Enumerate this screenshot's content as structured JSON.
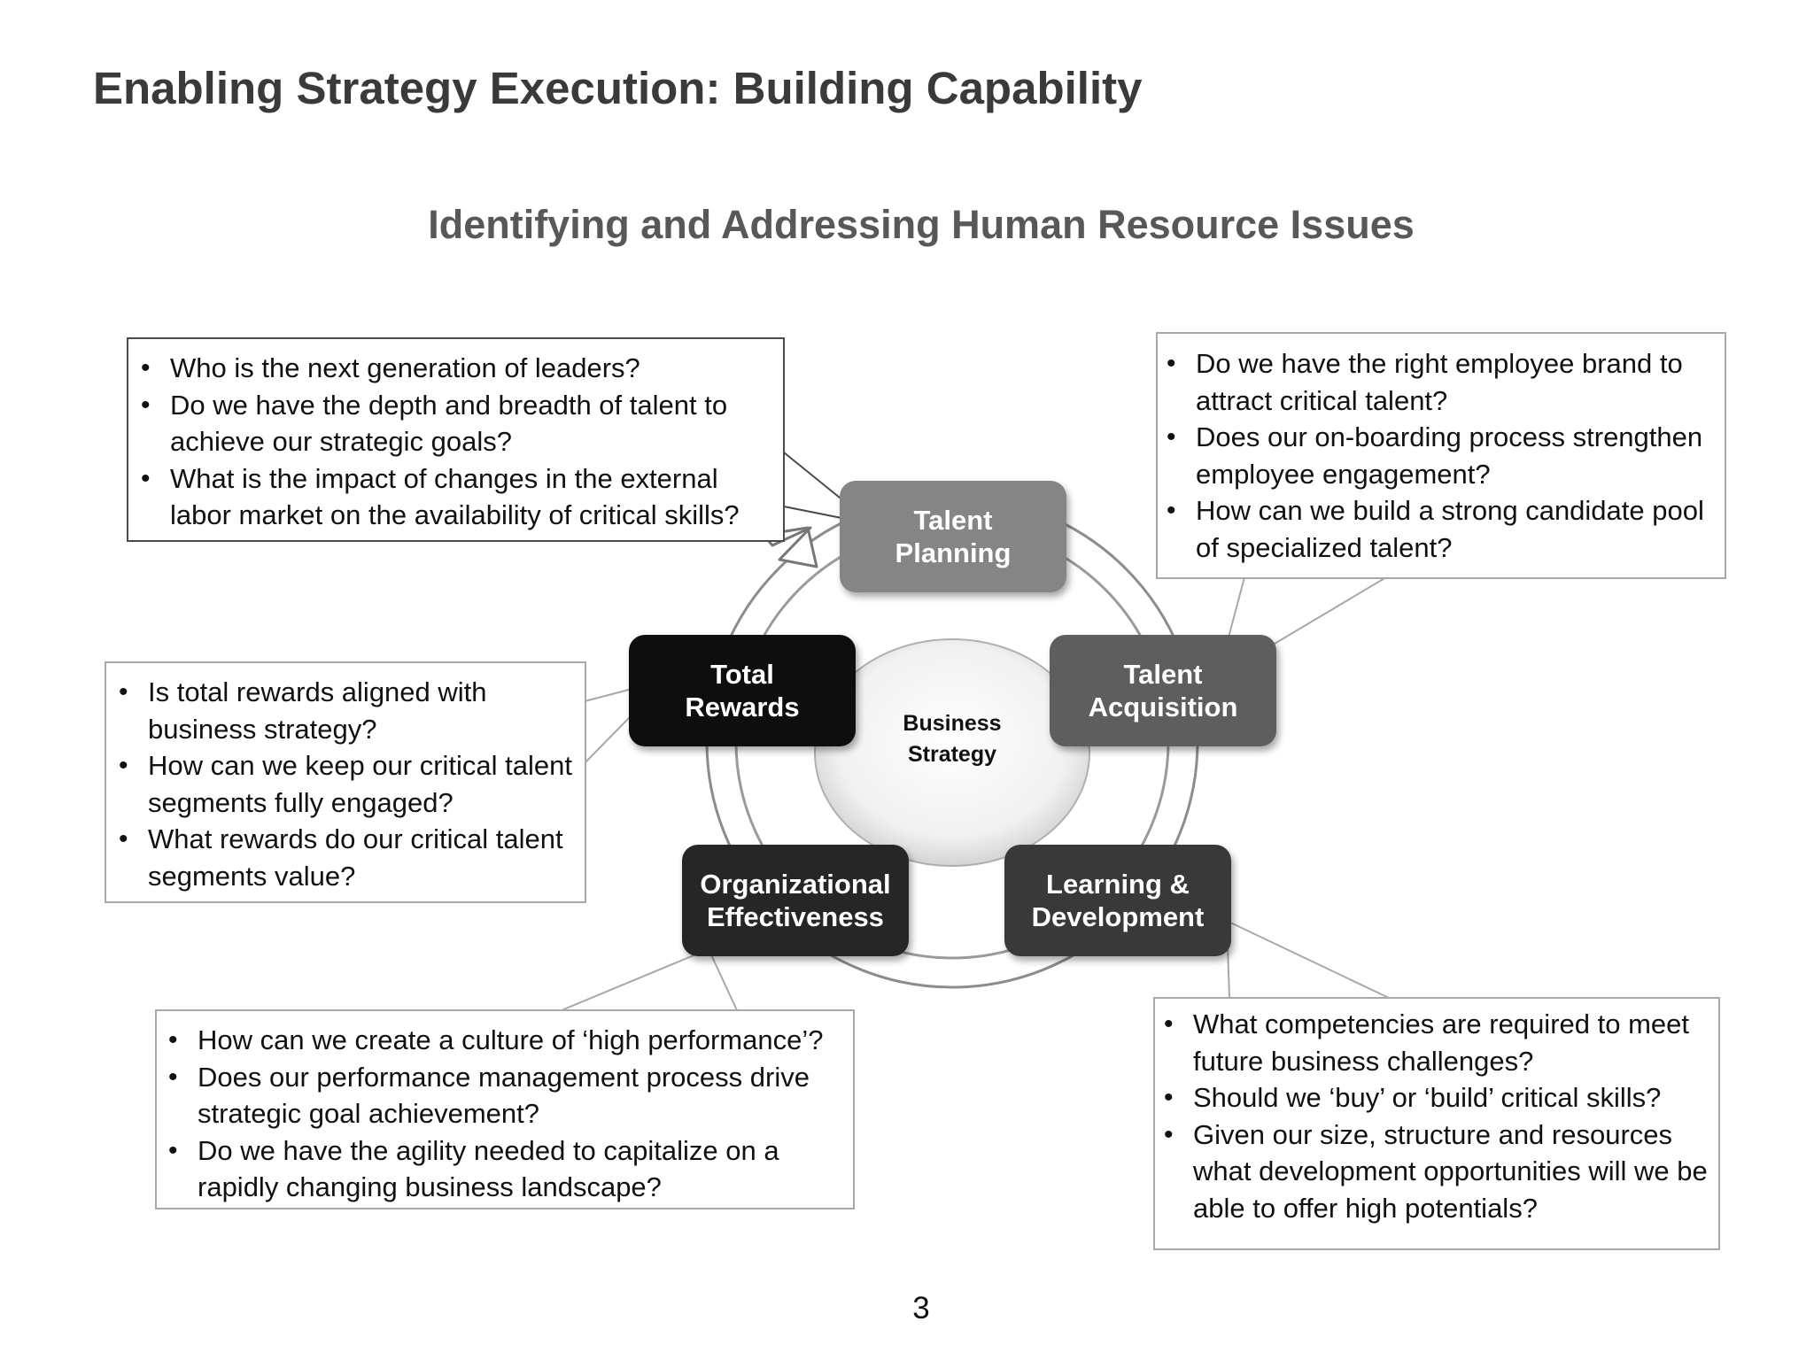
{
  "page": {
    "title": "Enabling Strategy Execution: Building Capability",
    "subtitle": "Identifying and Addressing Human Resource Issues",
    "page_number": "3"
  },
  "center": {
    "label": "Business\nStrategy"
  },
  "nodes": [
    {
      "id": "talent-planning",
      "label": "Talent\nPlanning",
      "color": "#858585"
    },
    {
      "id": "talent-acquisition",
      "label": "Talent\nAcquisition",
      "color": "#5e5e5e"
    },
    {
      "id": "learning-development",
      "label": "Learning &\nDevelopment",
      "color": "#393939"
    },
    {
      "id": "organizational-effectiveness",
      "label": "Organizational\nEffectiveness",
      "color": "#262626"
    },
    {
      "id": "total-rewards",
      "label": "Total\nRewards",
      "color": "#0e0e0e"
    }
  ],
  "callouts": {
    "talent_planning": [
      "Who is the next generation of leaders?",
      "Do we have the depth and breadth of talent to achieve our strategic goals?",
      "What is the impact of changes in the external labor market on the availability of critical skills?"
    ],
    "talent_acquisition": [
      "Do we have the right employee brand to attract critical talent?",
      "Does our on-boarding process strengthen employee engagement?",
      "How can we build a strong candidate pool of specialized talent?"
    ],
    "total_rewards": [
      "Is total rewards aligned with business strategy?",
      "How can we keep our critical talent segments fully engaged?",
      "What rewards do our critical talent segments value?"
    ],
    "organizational_effectiveness": [
      "How can we create a culture of ‘high performance’?",
      "Does our performance management process drive strategic goal achievement?",
      "Do we have the agility needed to capitalize on a rapidly changing business landscape?"
    ],
    "learning_development": [
      "What competencies are required to meet future business challenges?",
      "Should we ‘buy’ or ‘build’ critical skills?",
      "Given our size, structure and resources what development opportunities will we be able to offer high potentials?"
    ]
  }
}
